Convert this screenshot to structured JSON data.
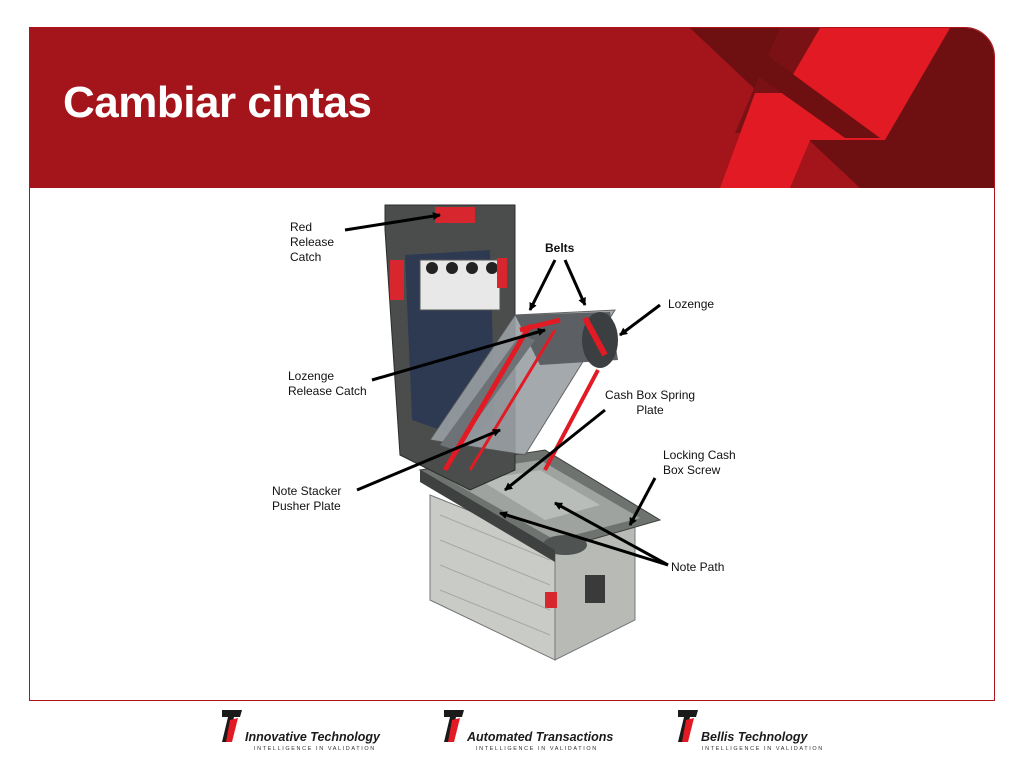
{
  "slide": {
    "title": "Cambiar cintas"
  },
  "callouts": {
    "red_release_catch": "Red\nRelease\nCatch",
    "belts": "Belts",
    "lozenge": "Lozenge",
    "lozenge_release_catch": "Lozenge\nRelease Catch",
    "cash_box_spring_plate": "Cash Box Spring\nPlate",
    "locking_cash_box_screw": "Locking Cash\nBox Screw",
    "note_stacker_pusher_plate": "Note Stacker\nPusher Plate",
    "note_path": "Note Path"
  },
  "footer": {
    "logos": [
      {
        "name": "Innovative Technology",
        "tagline": "INTELLIGENCE IN VALIDATION"
      },
      {
        "name": "Automated Transactions",
        "tagline": "INTELLIGENCE IN VALIDATION"
      },
      {
        "name": "Bellis Technology",
        "tagline": "INTELLIGENCE IN VALIDATION"
      }
    ]
  },
  "colors": {
    "brand_red": "#a3141b",
    "accent_red": "#e21a23",
    "dark_red": "#6e0f12"
  }
}
